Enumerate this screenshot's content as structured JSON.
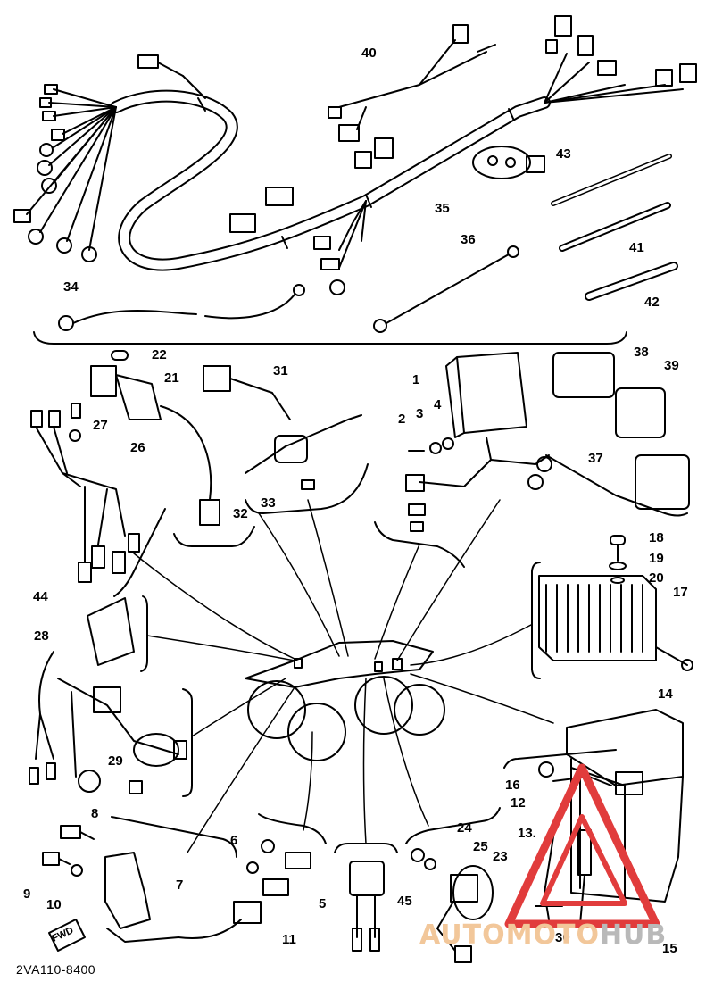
{
  "diagram_code": "2VA110-8400",
  "watermark": {
    "part_a": "AUTOMOTO",
    "part_b": "HUB",
    "color_a": "#f2c79a",
    "color_b": "#b9b9b9",
    "triangle_color": "#e13c3c"
  },
  "fwd_label": "FWD",
  "labels": {
    "p1": "1",
    "p2": "2",
    "p3": "3",
    "p4": "4",
    "p5": "5",
    "p6": "6",
    "p7": "7",
    "p8": "8",
    "p9": "9",
    "p10": "10",
    "p11": "11",
    "p12": "12",
    "p13": "13.",
    "p14": "14",
    "p15": "15",
    "p16": "16",
    "p17": "17",
    "p18": "18",
    "p19": "19",
    "p20": "20",
    "p21": "21",
    "p22": "22",
    "p23": "23",
    "p24": "24",
    "p25": "25",
    "p26": "26",
    "p27": "27",
    "p28": "28",
    "p29": "29",
    "p30": "30",
    "p31": "31",
    "p32": "32",
    "p33": "33",
    "p34": "34",
    "p35": "35",
    "p36": "36",
    "p37": "37",
    "p38": "38",
    "p39": "39",
    "p40": "40",
    "p41": "41",
    "p42": "42",
    "p43": "43",
    "p44": "44",
    "p45": "45"
  }
}
